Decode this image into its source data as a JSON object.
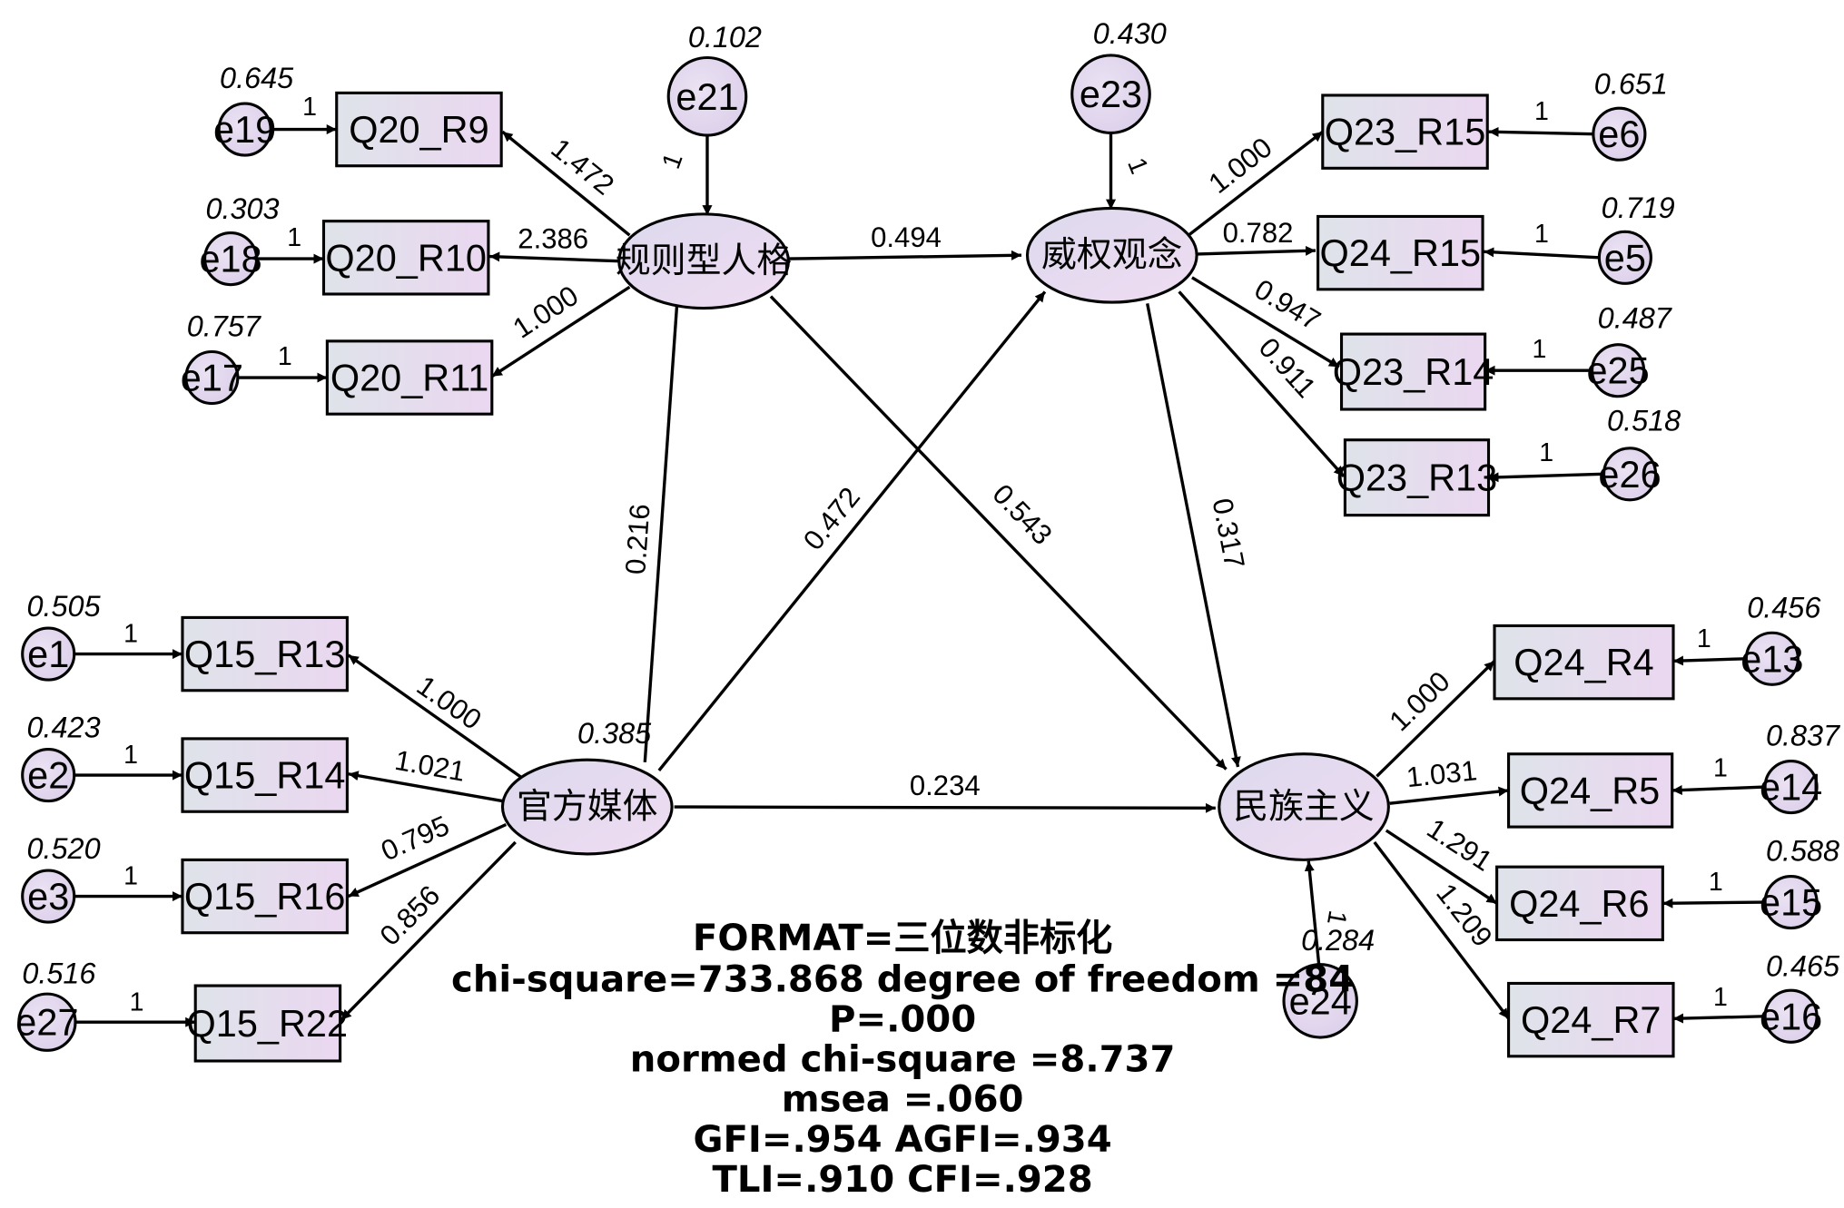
{
  "observed": {
    "q20_r9": "Q20_R9",
    "q20_r10": "Q20_R10",
    "q20_r11": "Q20_R11",
    "q23_r15": "Q23_R15",
    "q24_r15": "Q24_R15",
    "q23_r14": "Q23_R14",
    "q23_r13": "Q23_R13",
    "q15_r13": "Q15_R13",
    "q15_r14": "Q15_R14",
    "q15_r16": "Q15_R16",
    "q15_r22": "Q15_R22",
    "q24_r4": "Q24_R4",
    "q24_r5": "Q24_R5",
    "q24_r6": "Q24_R6",
    "q24_r7": "Q24_R7"
  },
  "latent": {
    "rule_personality": "规则型人格",
    "authority": "威权观念",
    "official_media": "官方媒体",
    "nationalism": "民族主义"
  },
  "errors": {
    "e21": {
      "label": "e21",
      "variance": "0.102"
    },
    "e23": {
      "label": "e23",
      "variance": "0.430"
    },
    "e19": {
      "label": "e19",
      "variance": "0.645"
    },
    "e18": {
      "label": "e18",
      "variance": "0.303"
    },
    "e17": {
      "label": "e17",
      "variance": "0.757"
    },
    "e6": {
      "label": "e6",
      "variance": "0.651"
    },
    "e5": {
      "label": "e5",
      "variance": "0.719"
    },
    "e25": {
      "label": "e25",
      "variance": "0.487"
    },
    "e26": {
      "label": "e26",
      "variance": "0.518"
    },
    "e1": {
      "label": "e1",
      "variance": "0.505"
    },
    "e2": {
      "label": "e2",
      "variance": "0.423"
    },
    "e3": {
      "label": "e3",
      "variance": "0.520"
    },
    "e27": {
      "label": "e27",
      "variance": "0.516"
    },
    "e13": {
      "label": "e13",
      "variance": "0.456"
    },
    "e14": {
      "label": "e14",
      "variance": "0.837"
    },
    "e15": {
      "label": "e15",
      "variance": "0.588"
    },
    "e16": {
      "label": "e16",
      "variance": "0.465"
    },
    "e24": {
      "label": "e24",
      "variance": "0.284"
    }
  },
  "official_media_variance": "0.385",
  "fixed_path": "1",
  "coefficients": {
    "rule_q20_r9": "1.472",
    "rule_q20_r10": "2.386",
    "rule_q20_r11": "1.000",
    "auth_q23_r15": "1.000",
    "auth_q24_r15": "0.782",
    "auth_q23_r14": "0.947",
    "auth_q23_r13": "0.911",
    "media_q15_r13": "1.000",
    "media_q15_r14": "1.021",
    "media_q15_r16": "0.795",
    "media_q15_r22": "0.856",
    "nat_q24_r4": "1.000",
    "nat_q24_r5": "1.031",
    "nat_q24_r6": "1.291",
    "nat_q24_r7": "1.209",
    "rule_auth": "0.494",
    "rule_nat": "0.543",
    "auth_nat": "0.317",
    "media_rule": "0.216",
    "media_auth": "0.472",
    "media_nat": "0.234"
  },
  "fit_summary": {
    "line1": "FORMAT=三位数非标化",
    "line2": "chi-square=733.868  degree of freedom =84",
    "line3": "P=.000",
    "line4": "normed chi-square =8.737",
    "line5": "msea =.060",
    "line6": "GFI=.954 AGFI=.934",
    "line7": "TLI=.910 CFI=.928"
  }
}
